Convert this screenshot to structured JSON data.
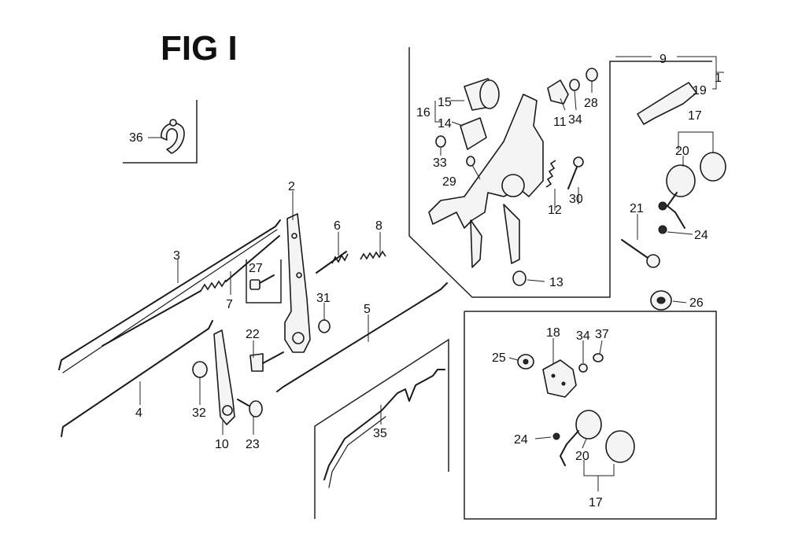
{
  "figure": {
    "title": "FIG I",
    "callouts": [
      {
        "id": "c1",
        "label": "1"
      },
      {
        "id": "c2",
        "label": "2"
      },
      {
        "id": "c3",
        "label": "3"
      },
      {
        "id": "c4",
        "label": "4"
      },
      {
        "id": "c5",
        "label": "5"
      },
      {
        "id": "c6",
        "label": "6"
      },
      {
        "id": "c7",
        "label": "7"
      },
      {
        "id": "c8",
        "label": "8"
      },
      {
        "id": "c9",
        "label": "9"
      },
      {
        "id": "c10",
        "label": "10"
      },
      {
        "id": "c11",
        "label": "11"
      },
      {
        "id": "c12",
        "label": "12"
      },
      {
        "id": "c13",
        "label": "13"
      },
      {
        "id": "c14",
        "label": "14"
      },
      {
        "id": "c15",
        "label": "15"
      },
      {
        "id": "c16",
        "label": "16"
      },
      {
        "id": "c17a",
        "label": "17"
      },
      {
        "id": "c17b",
        "label": "17"
      },
      {
        "id": "c18",
        "label": "18"
      },
      {
        "id": "c19",
        "label": "19"
      },
      {
        "id": "c20a",
        "label": "20"
      },
      {
        "id": "c20b",
        "label": "20"
      },
      {
        "id": "c21",
        "label": "21"
      },
      {
        "id": "c22",
        "label": "22"
      },
      {
        "id": "c23",
        "label": "23"
      },
      {
        "id": "c24a",
        "label": "24"
      },
      {
        "id": "c24b",
        "label": "24"
      },
      {
        "id": "c25",
        "label": "25"
      },
      {
        "id": "c26",
        "label": "26"
      },
      {
        "id": "c27",
        "label": "27"
      },
      {
        "id": "c28",
        "label": "28"
      },
      {
        "id": "c29",
        "label": "29"
      },
      {
        "id": "c30",
        "label": "30"
      },
      {
        "id": "c31",
        "label": "31"
      },
      {
        "id": "c32",
        "label": "32"
      },
      {
        "id": "c33",
        "label": "33"
      },
      {
        "id": "c34a",
        "label": "34"
      },
      {
        "id": "c34b",
        "label": "34"
      },
      {
        "id": "c35",
        "label": "35"
      },
      {
        "id": "c36",
        "label": "36"
      },
      {
        "id": "c37",
        "label": "37"
      }
    ]
  }
}
